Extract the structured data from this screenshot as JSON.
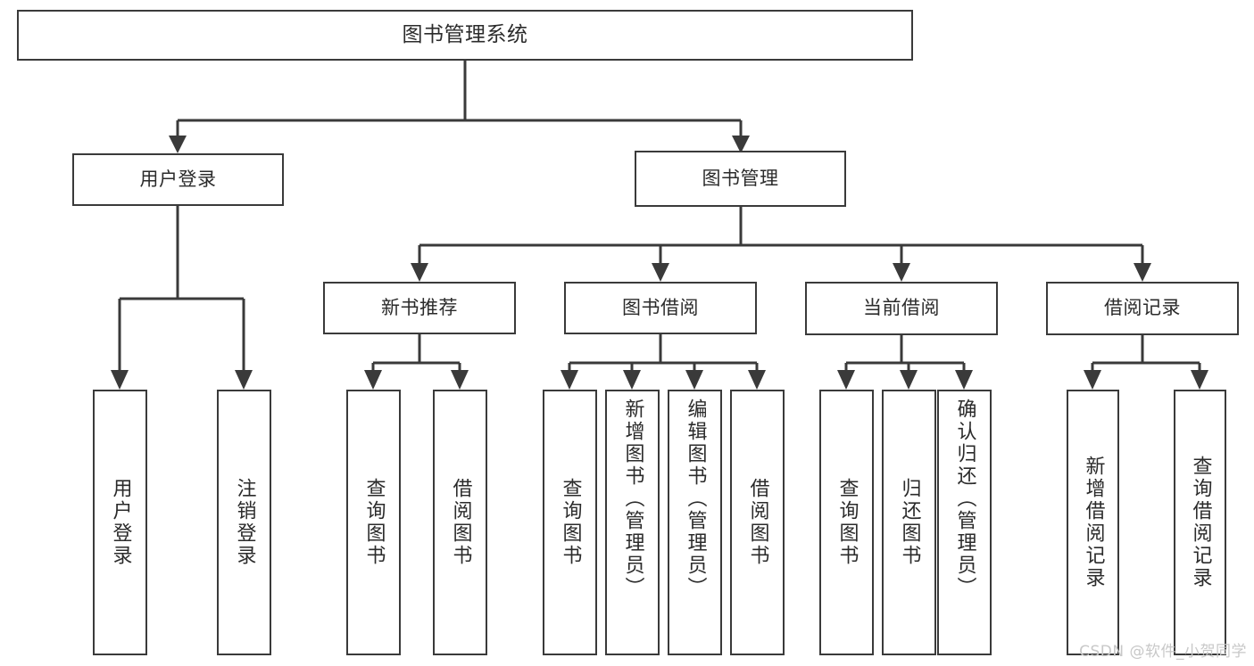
{
  "diagram": {
    "type": "tree-hierarchy",
    "title": "图书管理系统",
    "root": {
      "label": "图书管理系统"
    },
    "level1": [
      {
        "label": "用户登录"
      },
      {
        "label": "图书管理"
      }
    ],
    "level2": [
      {
        "label": "新书推荐",
        "parent": "图书管理"
      },
      {
        "label": "图书借阅",
        "parent": "图书管理"
      },
      {
        "label": "当前借阅",
        "parent": "图书管理"
      },
      {
        "label": "借阅记录",
        "parent": "图书管理"
      }
    ],
    "leaves": {
      "user_login": [
        {
          "label": "用户登录"
        },
        {
          "label": "注销登录"
        }
      ],
      "new_book_recommend": [
        {
          "label": "查询图书"
        },
        {
          "label": "借阅图书"
        }
      ],
      "book_borrow": [
        {
          "label": "查询图书"
        },
        {
          "label": "新增图书（管理员）"
        },
        {
          "label": "编辑图书（管理员）"
        },
        {
          "label": "借阅图书"
        }
      ],
      "current_borrow": [
        {
          "label": "查询图书"
        },
        {
          "label": "归还图书"
        },
        {
          "label": "确认归还（管理员）"
        }
      ],
      "borrow_record": [
        {
          "label": "新增借阅记录"
        },
        {
          "label": "查询借阅记录"
        }
      ]
    }
  },
  "watermark": {
    "text": "CSDN @软件_小贺同学"
  },
  "colors": {
    "border": "#3a3a3a",
    "text": "#2b2b2b",
    "background": "#ffffff",
    "watermark": "#c8c8c8"
  }
}
